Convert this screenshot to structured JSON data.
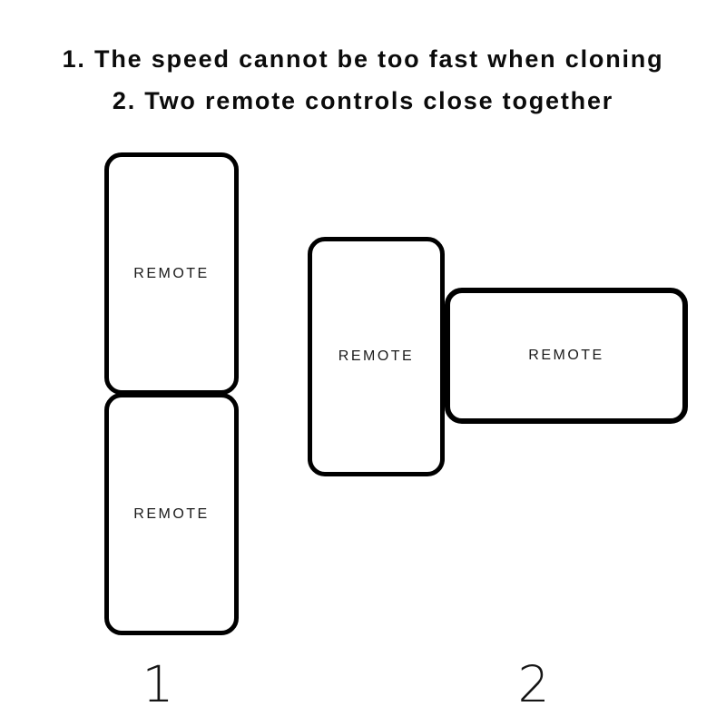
{
  "heading": {
    "line1": "1. The speed cannot be too fast when cloning",
    "line2": "2. Two remote controls close together"
  },
  "groups": [
    {
      "number": "1",
      "cards": [
        {
          "label": "REMOTE",
          "orientation": "vertical"
        },
        {
          "label": "REMOTE",
          "orientation": "vertical"
        }
      ]
    },
    {
      "number": "2",
      "cards": [
        {
          "label": "REMOTE",
          "orientation": "vertical"
        },
        {
          "label": "REMOTE",
          "orientation": "horizontal"
        }
      ]
    }
  ],
  "colors": {
    "background": "#ffffff",
    "card_border": "#000000",
    "text": "#0b0b0b"
  }
}
